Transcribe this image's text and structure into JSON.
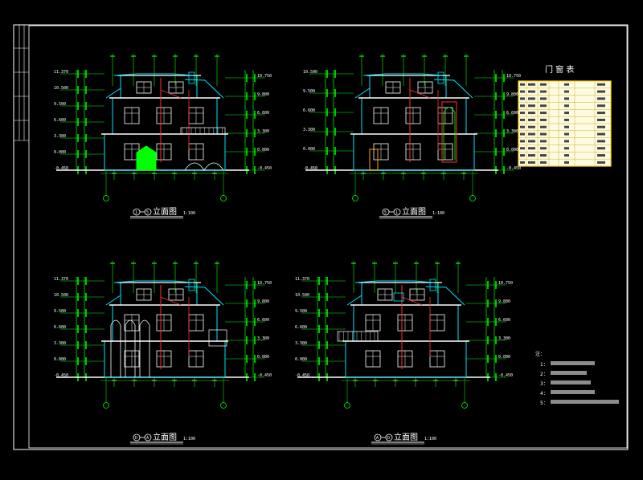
{
  "colors": {
    "background": "#000000",
    "frame": "#ffffff",
    "outline": "#00e5ff",
    "walls": "#ffffff",
    "dimension": "#00ff00",
    "section": "#ff3030",
    "table_fill": "#fffbe0",
    "table_border": "#ffd21e",
    "door": "#00ff00"
  },
  "elevations": [
    {
      "id": "front",
      "axis_a": "1",
      "axis_b": "5",
      "title": "立面图",
      "scale": "1:100",
      "levels_left": [
        "11.370",
        "10.500",
        "9.500",
        "6.600",
        "3.300",
        "0.000",
        "-0.450"
      ],
      "levels_right": [
        "10.750",
        "9.800",
        "6.600",
        "3.300",
        "0.000",
        "-0.450"
      ]
    },
    {
      "id": "rear",
      "axis_a": "5",
      "axis_b": "1",
      "title": "立面图",
      "scale": "1:100",
      "levels_left": [
        "10.500",
        "9.500",
        "6.600",
        "3.300",
        "0.000",
        "-0.450"
      ],
      "levels_right": [
        "10.750",
        "9.800",
        "6.600",
        "3.300",
        "0.000",
        "-0.450"
      ]
    },
    {
      "id": "side-left",
      "axis_a": "D",
      "axis_b": "A",
      "title": "立面图",
      "scale": "1:100",
      "levels_left": [
        "11.370",
        "10.500",
        "9.500",
        "6.600",
        "3.300",
        "0.000",
        "-0.450"
      ],
      "levels_right": [
        "10.750",
        "9.800",
        "6.600",
        "3.300",
        "0.000",
        "-0.450"
      ]
    },
    {
      "id": "side-right",
      "axis_a": "A",
      "axis_b": "D",
      "title": "立面图",
      "scale": "1:100",
      "levels_left": [
        "11.370",
        "10.500",
        "9.500",
        "6.600",
        "3.300",
        "0.000",
        "-0.450"
      ],
      "levels_right": [
        "10.750",
        "9.800",
        "6.600",
        "3.300",
        "0.000",
        "-0.450"
      ]
    }
  ],
  "door_window_table": {
    "title": "门 窗 表",
    "rows": 12
  },
  "notes": {
    "heading": "注：",
    "items": [
      "1：",
      "2：",
      "3：",
      "4：",
      "5："
    ]
  }
}
